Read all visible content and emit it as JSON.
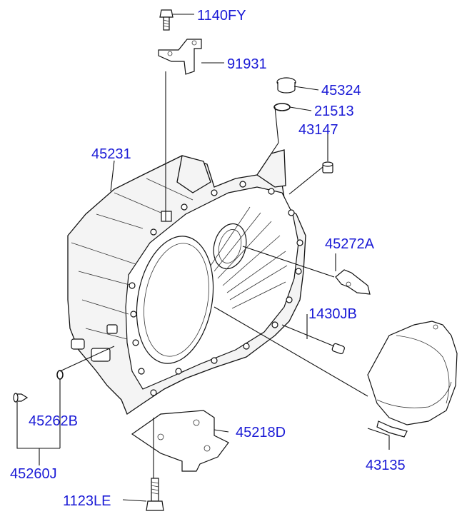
{
  "labels": {
    "p1140FY": "1140FY",
    "p91931": "91931",
    "p45324": "45324",
    "p21513": "21513",
    "p43147": "43147",
    "p45231": "45231",
    "p45272A": "45272A",
    "p1430JB": "1430JB",
    "p45262B": "45262B",
    "p45218D": "45218D",
    "p45260J": "45260J",
    "p43135": "43135",
    "p1123LE": "1123LE"
  },
  "colors": {
    "label": "#1a1ad6",
    "line": "#111111"
  }
}
